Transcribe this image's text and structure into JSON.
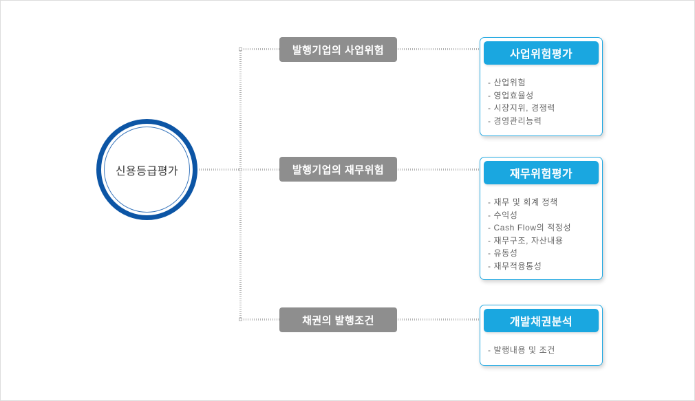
{
  "diagram": {
    "root": {
      "label": "신용등급평가"
    },
    "rows": [
      {
        "branch_label": "발행기업의 사업위험",
        "panel": {
          "title": "사업위험평가",
          "items": [
            "- 산업위험",
            "- 영업효율성",
            "- 시장지위, 경쟁력",
            "- 경영관리능력"
          ]
        }
      },
      {
        "branch_label": "발행기업의 재무위험",
        "panel": {
          "title": "재무위험평가",
          "items": [
            "- 재무 및 회계 정책",
            "- 수익성",
            "- Cash Flow의 적정성",
            "- 재무구조, 자산내용",
            "- 유동성",
            "- 재무적융통성"
          ]
        }
      },
      {
        "branch_label": "채권의 발행조건",
        "panel": {
          "title": "개발채권분석",
          "items": [
            "- 발행내용 및 조건"
          ]
        }
      }
    ],
    "colors": {
      "circle_ring_blue": "#0C55A5",
      "panel_header_blue": "#1AA7E0",
      "panel_border_blue": "#29ABE2",
      "branch_box_gray": "#8E8E8E",
      "connector_gray": "#B3B3B3",
      "item_text_gray": "#666666",
      "background": "#FFFFFF"
    }
  }
}
